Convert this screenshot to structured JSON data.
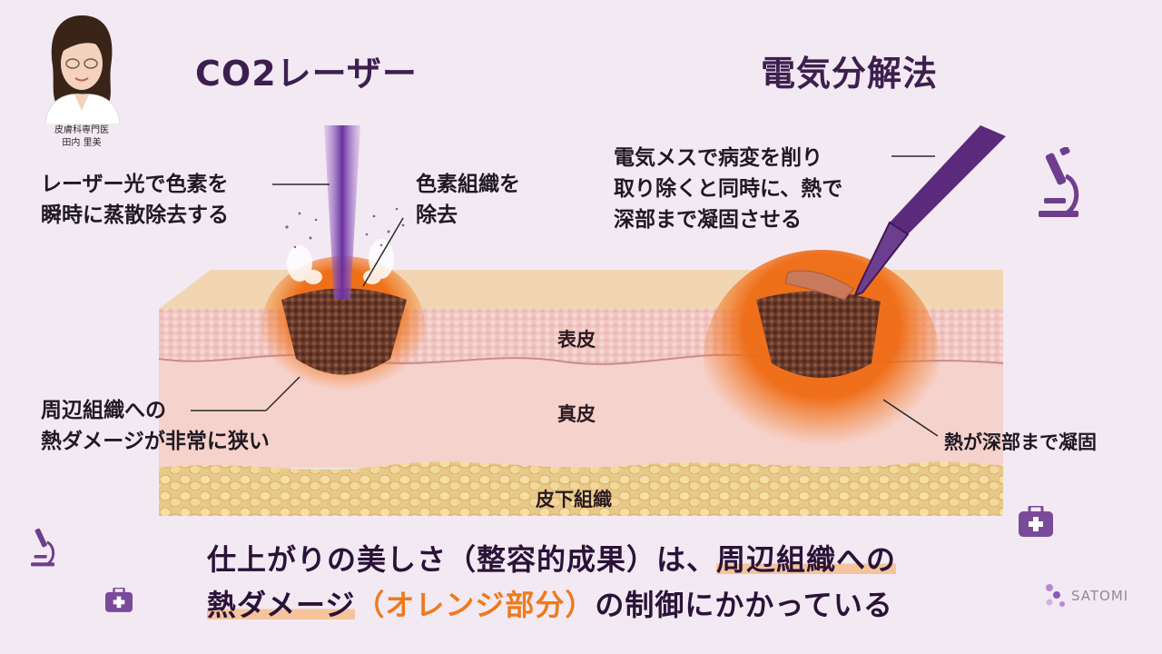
{
  "doctor": {
    "title": "皮膚科専門医",
    "name": "田内 里美"
  },
  "left": {
    "title": "CO2レーザー",
    "annotation_beam": [
      "レーザー光で色素を",
      "瞬時に蒸散除去する"
    ],
    "annotation_removed": [
      "色素組織を",
      "除去"
    ],
    "annotation_damage": [
      "周辺組織への",
      "熱ダメージが非常に狭い"
    ]
  },
  "right": {
    "title": "電気分解法",
    "annotation_tool": [
      "電気メスで病変を削り",
      "取り除くと同時に、熱で",
      "深部まで凝固させる"
    ],
    "annotation_heat": "熱が深部まで凝固"
  },
  "layers": {
    "epidermis": "表皮",
    "dermis": "真皮",
    "subcutis": "皮下組織"
  },
  "conclusion": {
    "line1_plain": "仕上がりの美しさ（整容的成果）は、",
    "line1_highlight": "周辺組織への",
    "line2_highlight": "熱ダメージ",
    "line2_orange": "（オレンジ部分）",
    "line2_plain": "の制御にかかっている"
  },
  "brand": "SATOMI",
  "colors": {
    "heat": "#ee7a1c",
    "title": "#3d1f4f",
    "laser": "#7a3fa8",
    "tool": "#5b2a7c"
  }
}
